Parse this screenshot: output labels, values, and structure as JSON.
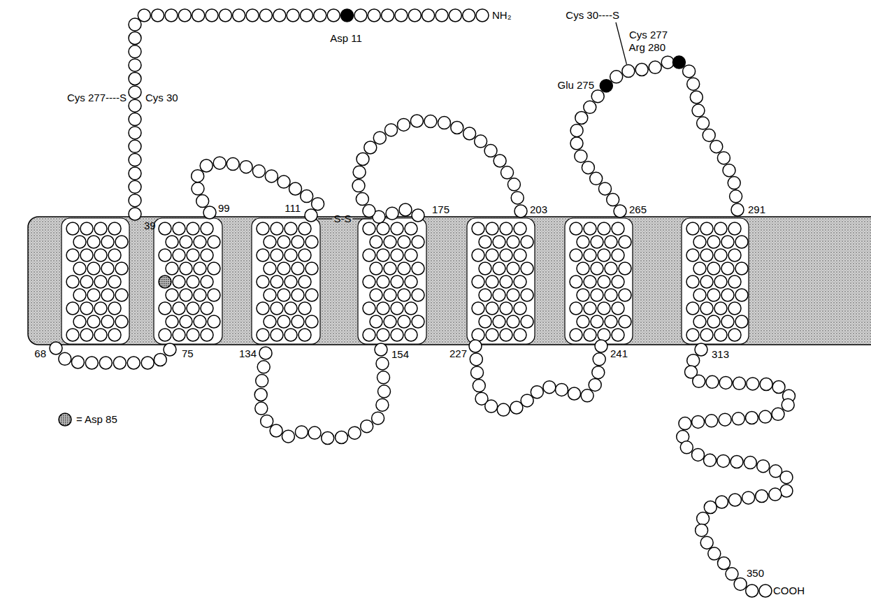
{
  "diagram": {
    "labels": [
      "NH₂",
      "Asp 11",
      "Cys 30----S",
      "Cys 277",
      "Arg 280",
      "Glu 275",
      "Cys 277----S",
      "Cys 30",
      "39",
      "99",
      "111",
      "S-S",
      "175",
      "203",
      "265",
      "291",
      "68",
      "75",
      "134",
      "154",
      "227",
      "241",
      "313",
      "350",
      "COOH"
    ],
    "legend": [
      {
        "text": "= Asp 85"
      }
    ]
  }
}
